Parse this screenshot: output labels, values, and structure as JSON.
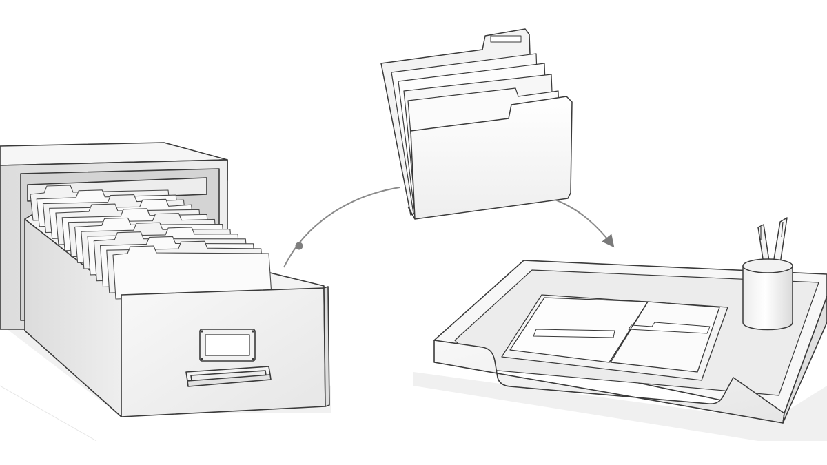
{
  "scene": {
    "illustration": "file-drawer-to-desk-tray",
    "style": "monochrome pencil sketch",
    "colors": {
      "background": "#ffffff",
      "ink": "#3a3a3a",
      "light_ink": "#9a9a9a",
      "paper": "#fbfbfb",
      "metal": "#efefef",
      "arrow": "#7a7a7a"
    },
    "objects": [
      {
        "name": "filing-cabinet-drawer",
        "icon": "open-file-drawer"
      },
      {
        "name": "file-folder-bundle",
        "icon": "folders"
      },
      {
        "name": "desk-document-tray",
        "icon": "letter-tray"
      },
      {
        "name": "pen-cup",
        "icon": "pen-holder"
      }
    ],
    "flow": {
      "from": "filing-cabinet-drawer",
      "via": "file-folder-bundle",
      "to": "desk-document-tray"
    },
    "text": []
  }
}
